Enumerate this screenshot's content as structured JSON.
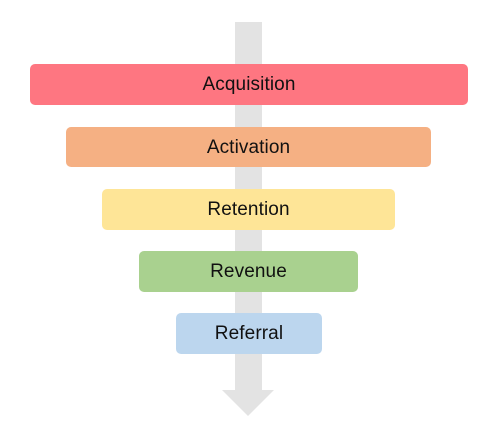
{
  "diagram": {
    "type": "funnel",
    "arrow_color": "#e3e3e3",
    "stages": [
      {
        "label": "Acquisition",
        "color": "#fe7681"
      },
      {
        "label": "Activation",
        "color": "#f5b083"
      },
      {
        "label": "Retention",
        "color": "#fee597"
      },
      {
        "label": "Revenue",
        "color": "#a9d18f"
      },
      {
        "label": "Referral",
        "color": "#bcd6ee"
      }
    ]
  }
}
